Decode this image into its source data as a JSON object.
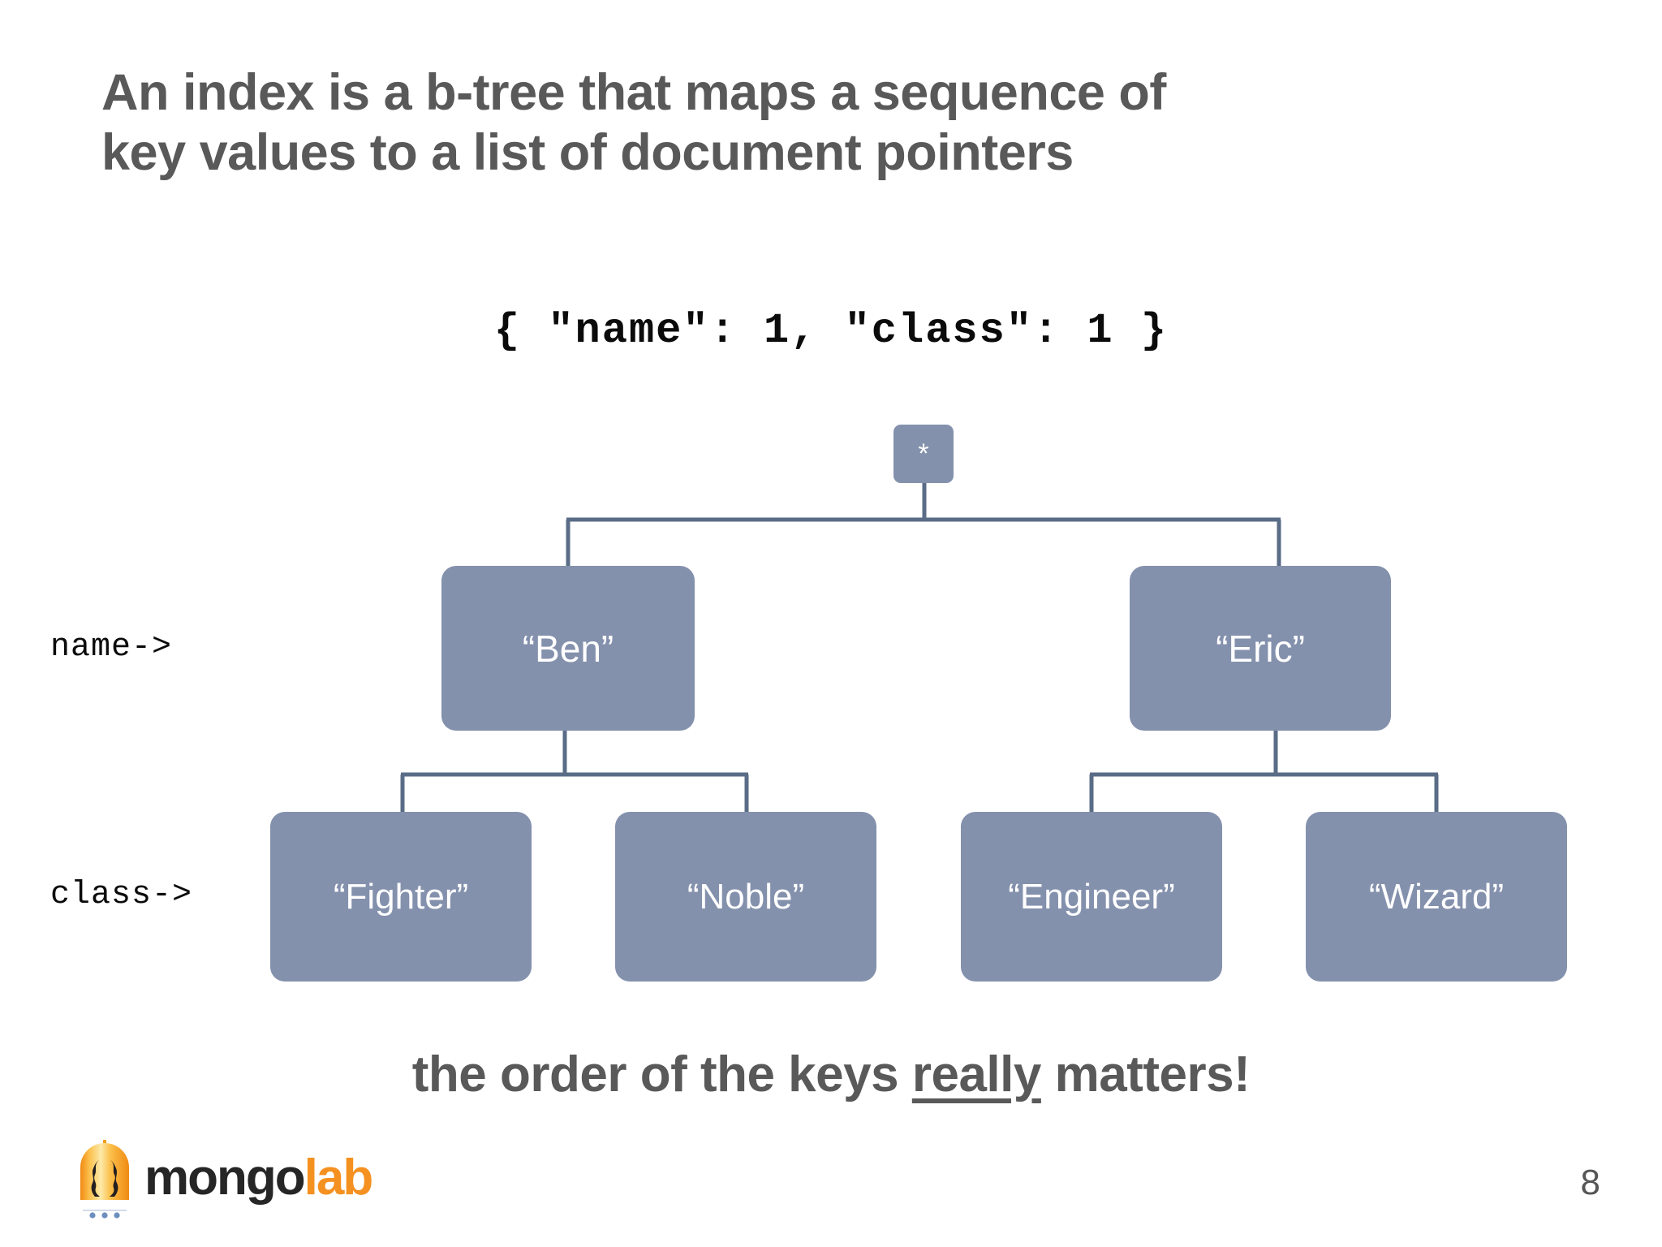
{
  "slide": {
    "title": "An index is a b-tree that maps a sequence of\nkey values to a list of document pointers",
    "index_spec": "{ \"name\": 1, \"class\": 1 }",
    "caption_before": "the order of the keys ",
    "caption_emphasis": "really",
    "caption_after": " matters!",
    "page_number": "8"
  },
  "colors": {
    "title_gray": "#595959",
    "node_fill": "#8491ad",
    "connector": "#5a6c86",
    "code_black": "#0b0b0b",
    "logo_dark": "#262626",
    "logo_orange": "#f59120",
    "background": "#ffffff"
  },
  "row_labels": [
    {
      "id": "name",
      "text": "name->"
    },
    {
      "id": "class",
      "text": "class->"
    }
  ],
  "tree": {
    "root": {
      "label": "*",
      "name": "root-node"
    },
    "level1": [
      {
        "label": "“Ben”",
        "name": "node-ben"
      },
      {
        "label": "“Eric”",
        "name": "node-eric"
      }
    ],
    "level2": [
      {
        "label": "“Fighter”",
        "name": "node-fighter"
      },
      {
        "label": "“Noble”",
        "name": "node-noble"
      },
      {
        "label": "“Engineer”",
        "name": "node-engineer"
      },
      {
        "label": "“Wizard”",
        "name": "node-wizard"
      }
    ]
  },
  "logo": {
    "mongo": "mongo",
    "lab": "lab"
  }
}
